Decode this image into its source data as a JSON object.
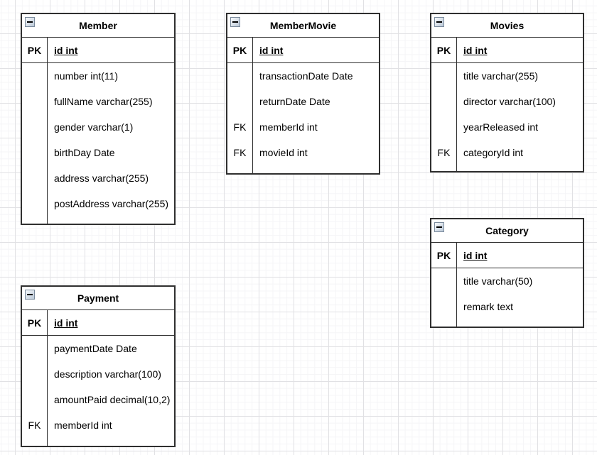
{
  "canvas": {
    "background_color": "#ffffff",
    "grid_minor_color": "#f5f5f7",
    "grid_major_color": "#e1e1e4",
    "stroke_color": "#2f2f2f"
  },
  "tables": [
    {
      "title": "Member",
      "pk_row": {
        "key": "PK",
        "field": "id int"
      },
      "rows": [
        {
          "key": "",
          "field": "number int(11)"
        },
        {
          "key": "",
          "field": "fullName varchar(255)"
        },
        {
          "key": "",
          "field": "gender varchar(1)"
        },
        {
          "key": "",
          "field": "birthDay Date"
        },
        {
          "key": "",
          "field": "address varchar(255)"
        },
        {
          "key": "",
          "field": "postAddress varchar(255)"
        }
      ]
    },
    {
      "title": "MemberMovie",
      "pk_row": {
        "key": "PK",
        "field": "id int"
      },
      "rows": [
        {
          "key": "",
          "field": "transactionDate Date"
        },
        {
          "key": "",
          "field": "returnDate Date"
        },
        {
          "key": "FK",
          "field": "memberId int"
        },
        {
          "key": "FK",
          "field": "movieId int"
        }
      ]
    },
    {
      "title": "Movies",
      "pk_row": {
        "key": "PK",
        "field": "id int"
      },
      "rows": [
        {
          "key": "",
          "field": "title varchar(255)"
        },
        {
          "key": "",
          "field": "director varchar(100)"
        },
        {
          "key": "",
          "field": "yearReleased int"
        },
        {
          "key": "FK",
          "field": "categoryId int"
        }
      ]
    },
    {
      "title": "Category",
      "pk_row": {
        "key": "PK",
        "field": "id int"
      },
      "rows": [
        {
          "key": "",
          "field": "title varchar(50)"
        },
        {
          "key": "",
          "field": "remark text"
        }
      ]
    },
    {
      "title": "Payment",
      "pk_row": {
        "key": "PK",
        "field": "id int"
      },
      "rows": [
        {
          "key": "",
          "field": "paymentDate Date"
        },
        {
          "key": "",
          "field": "description varchar(100)"
        },
        {
          "key": "",
          "field": "amountPaid decimal(10,2)"
        },
        {
          "key": "FK",
          "field": "memberId int"
        }
      ]
    }
  ]
}
